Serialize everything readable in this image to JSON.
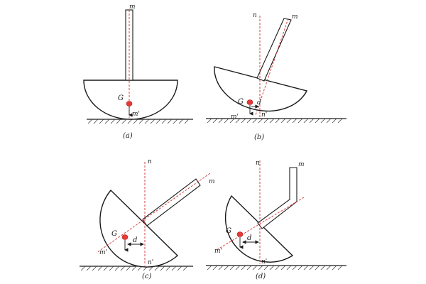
{
  "labels": {
    "a": {
      "m": "m",
      "m_prime": "m'",
      "G": "G",
      "caption": "(a)"
    },
    "b": {
      "m": "m",
      "n": "n",
      "m_prime": "m'",
      "n_prime": "n'",
      "G": "G",
      "d": "d",
      "caption": "(b)"
    },
    "c": {
      "m": "m",
      "n": "n",
      "m_prime": "m'",
      "n_prime": "n'",
      "G": "G",
      "d": "d",
      "caption": "(c)"
    },
    "d": {
      "m": "m",
      "n": "n",
      "m_prime": "m'",
      "n_prime": "n'",
      "G": "G",
      "d": "d",
      "caption": "(d)"
    }
  },
  "colors": {
    "center_of_gravity": "#e53935",
    "axis_line": "#d32f2f",
    "outline": "#1a1a1a"
  }
}
